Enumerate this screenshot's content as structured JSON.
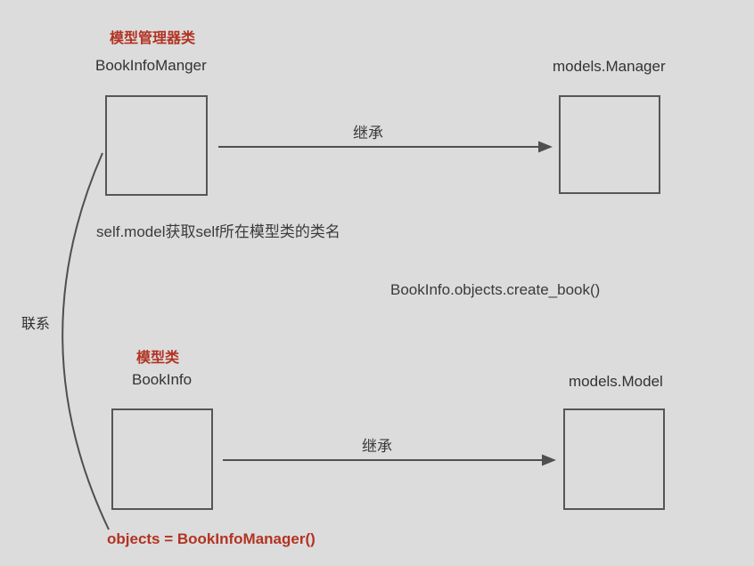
{
  "diagram": {
    "top_section": {
      "heading": "模型管理器类",
      "left_class": "BookInfoManger",
      "right_class": "models.Manager",
      "arrow_label": "继承"
    },
    "middle": {
      "note_self_model": "self.model获取self所在模型类的类名",
      "note_create_book": "BookInfo.objects.create_book()",
      "curve_label": "联系"
    },
    "bottom_section": {
      "heading": "模型类",
      "left_class": "BookInfo",
      "right_class": "models.Model",
      "arrow_label": "继承",
      "annotation": "objects = BookInfoManager()"
    },
    "colors": {
      "background": "#dcdcdc",
      "accent_red": "#b23322",
      "line": "#4f4f4f",
      "text": "#2e2e2e"
    }
  }
}
